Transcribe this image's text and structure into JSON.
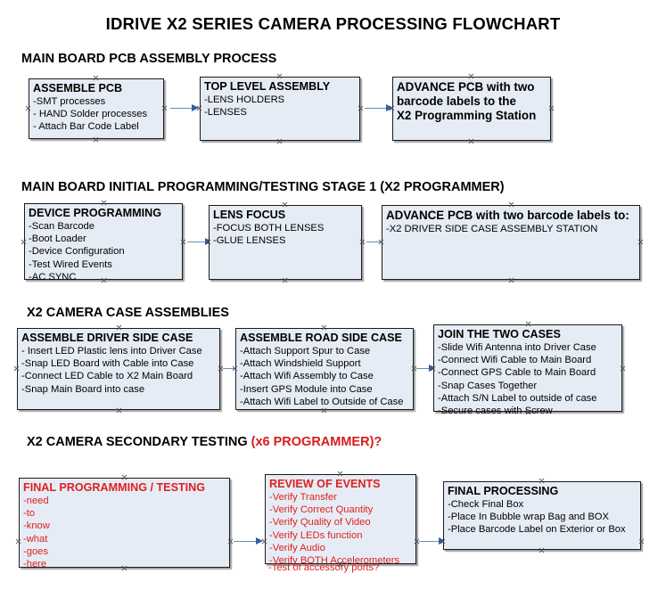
{
  "title": "IDRIVE X2  SERIES CAMERA PROCESSING FLOWCHART",
  "colors": {
    "box_fill": "#e6ecf5",
    "box_border": "#1b1b1b",
    "connector": "#2f5fa8",
    "red_text": "#e02020",
    "section_red": "#d81c1c"
  },
  "sections": [
    {
      "id": "main-board-pcb-assembly",
      "heading": "MAIN BOARD PCB ASSEMBLY PROCESS",
      "heading_red": "",
      "boxes": [
        {
          "id": "assemble-pcb",
          "header": "ASSEMBLE PCB",
          "lines": [
            "-SMT processes",
            "- HAND Solder processes",
            "- Attach Bar Code Label"
          ]
        },
        {
          "id": "top-level-assembly",
          "header": "TOP LEVEL ASSEMBLY",
          "lines": [
            "-LENS HOLDERS",
            "-LENSES"
          ]
        },
        {
          "id": "advance-pcb-programming-station",
          "header": "ADVANCE PCB with two",
          "lines": [
            "barcode labels to the",
            " X2 Programming Station"
          ]
        }
      ]
    },
    {
      "id": "main-board-initial-programming",
      "heading": "MAIN BOARD INITIAL PROGRAMMING/TESTING STAGE 1 (X2 PROGRAMMER)",
      "heading_red": "",
      "boxes": [
        {
          "id": "device-programming",
          "header": "DEVICE PROGRAMMING",
          "lines": [
            "-Scan Barcode",
            "-Boot Loader",
            "-Device Configuration",
            "-Test Wired Events",
            "-AC SYNC"
          ]
        },
        {
          "id": "lens-focus",
          "header": "LENS FOCUS",
          "lines": [
            "-FOCUS BOTH LENSES",
            "-GLUE LENSES"
          ]
        },
        {
          "id": "advance-pcb-driver-side-case",
          "header": "ADVANCE PCB with two barcode labels to:",
          "lines": [
            "-X2 DRIVER  SIDE  CASE  ASSEMBLY STATION"
          ]
        }
      ]
    },
    {
      "id": "x2-camera-case-assemblies",
      "heading": "X2 CAMERA CASE ASSEMBLIES",
      "heading_red": "",
      "boxes": [
        {
          "id": "assemble-driver-side-case",
          "header": "ASSEMBLE DRIVER SIDE CASE",
          "lines": [
            "- Insert LED Plastic lens into Driver Case",
            "-Snap LED Board with Cable into Case",
            "-Connect LED Cable to X2 Main Board",
            "-Snap Main Board into case"
          ]
        },
        {
          "id": "assemble-road-side-case",
          "header": "ASSEMBLE ROAD SIDE CASE",
          "lines": [
            "-Attach Support Spur to Case",
            "-Attach Windshield Support",
            "-Attach Wifi Assembly to Case",
            "-Insert GPS Module into Case",
            "-Attach Wifi Label to Outside of Case"
          ]
        },
        {
          "id": "join-the-two-cases",
          "header": "JOIN THE TWO CASES",
          "lines": [
            "-Slide Wifi Antenna into Driver Case",
            "-Connect Wifi Cable to Main Board",
            "-Connect GPS Cable to Main Board",
            "-Snap Cases Together",
            "-Attach S/N Label to outside of case",
            "-Secure cases with Screw"
          ]
        }
      ]
    },
    {
      "id": "x2-camera-secondary-testing",
      "heading": "X2 CAMERA SECONDARY TESTING ",
      "heading_red": "(x6 PROGRAMMER)?",
      "boxes": [
        {
          "id": "final-programming-testing",
          "header": "FINAL PROGRAMMING / TESTING",
          "lines": [
            "-need",
            "-to",
            "-know",
            "-what",
            "-goes",
            "-here"
          ]
        },
        {
          "id": "review-of-events",
          "header": "REVIEW OF EVENTS",
          "lines": [
            "-Verify Transfer",
            "-Verify Correct Quantity",
            "-Verify Quality of Video",
            "-Verify LEDs function",
            "-Verify Audio",
            "-Verify BOTH Accelerometers"
          ],
          "overflow_line": "-Test of accessory ports?"
        },
        {
          "id": "final-processing",
          "header": "FINAL PROCESSING",
          "lines": [
            " -Check Final Box",
            "-Place In Bubble wrap Bag and BOX",
            "-Place Barcode Label on Exterior or Box"
          ]
        }
      ]
    }
  ]
}
